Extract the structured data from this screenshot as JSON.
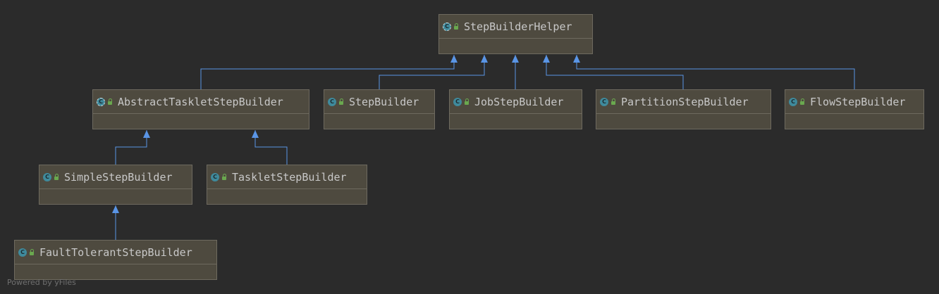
{
  "diagram": {
    "nodes": [
      {
        "id": "StepBuilderHelper",
        "label": "StepBuilderHelper",
        "icon": "class-icon",
        "abstract": true
      },
      {
        "id": "AbstractTaskletStepBuilder",
        "label": "AbstractTaskletStepBuilder",
        "icon": "class-icon",
        "abstract": true
      },
      {
        "id": "StepBuilder",
        "label": "StepBuilder",
        "icon": "class-icon",
        "abstract": false
      },
      {
        "id": "JobStepBuilder",
        "label": "JobStepBuilder",
        "icon": "class-icon",
        "abstract": false
      },
      {
        "id": "PartitionStepBuilder",
        "label": "PartitionStepBuilder",
        "icon": "class-icon",
        "abstract": false
      },
      {
        "id": "FlowStepBuilder",
        "label": "FlowStepBuilder",
        "icon": "class-icon",
        "abstract": false
      },
      {
        "id": "SimpleStepBuilder",
        "label": "SimpleStepBuilder",
        "icon": "class-icon",
        "abstract": false
      },
      {
        "id": "TaskletStepBuilder",
        "label": "TaskletStepBuilder",
        "icon": "class-icon",
        "abstract": false
      },
      {
        "id": "FaultTolerantStepBuilder",
        "label": "FaultTolerantStepBuilder",
        "icon": "class-icon",
        "abstract": false
      }
    ],
    "edges": [
      {
        "from": "AbstractTaskletStepBuilder",
        "to": "StepBuilderHelper",
        "type": "extends"
      },
      {
        "from": "StepBuilder",
        "to": "StepBuilderHelper",
        "type": "extends"
      },
      {
        "from": "JobStepBuilder",
        "to": "StepBuilderHelper",
        "type": "extends"
      },
      {
        "from": "PartitionStepBuilder",
        "to": "StepBuilderHelper",
        "type": "extends"
      },
      {
        "from": "FlowStepBuilder",
        "to": "StepBuilderHelper",
        "type": "extends"
      },
      {
        "from": "SimpleStepBuilder",
        "to": "AbstractTaskletStepBuilder",
        "type": "extends"
      },
      {
        "from": "TaskletStepBuilder",
        "to": "AbstractTaskletStepBuilder",
        "type": "extends"
      },
      {
        "from": "FaultTolerantStepBuilder",
        "to": "SimpleStepBuilder",
        "type": "extends"
      }
    ],
    "edge_color": "#5a95e6"
  },
  "watermark": "Powered by yFiles"
}
